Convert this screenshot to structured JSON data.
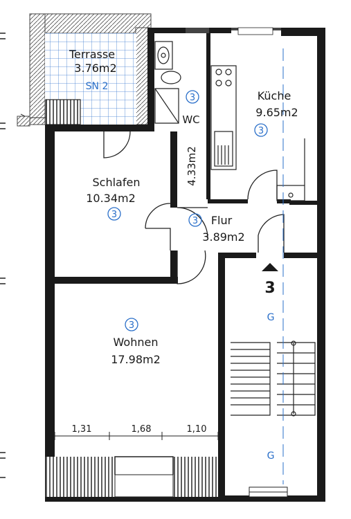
{
  "rooms": {
    "terrace": {
      "name": "Terrasse",
      "area": "3.76m2",
      "code": "SN 2"
    },
    "wc": {
      "name": "WC",
      "area": "4.33m2",
      "unit_marker": "3"
    },
    "kitchen": {
      "name": "Küche",
      "area": "9.65m2",
      "unit_marker": "3"
    },
    "bedroom": {
      "name": "Schlafen",
      "area": "10.34m2",
      "unit_marker": "3"
    },
    "hall": {
      "name": "Flur",
      "area": "3.89m2",
      "unit_marker": "3"
    },
    "living": {
      "name": "Wohnen",
      "area": "17.98m2",
      "unit_marker": "3"
    }
  },
  "stair": {
    "unit_number": "3",
    "label_upper": "G",
    "label_lower": "G"
  },
  "dimensions": [
    "1,31",
    "1,68",
    "1,10"
  ],
  "colors": {
    "wall": "#1a1a1a",
    "ink": "#2a6fc9",
    "hatch": "#555555"
  }
}
